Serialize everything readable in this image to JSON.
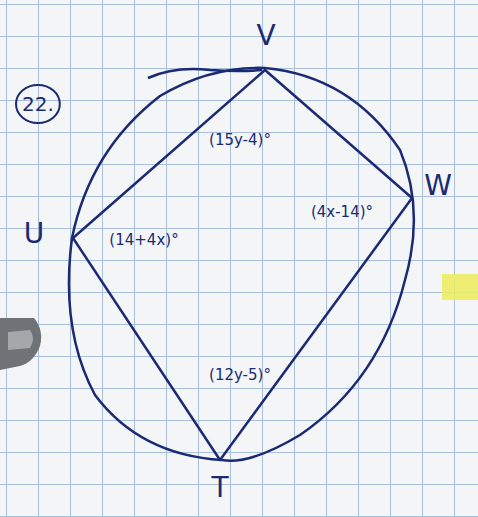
{
  "diagram": {
    "nodes": [
      {
        "text": [
          "22."
        ]
      }
    ],
    "labels": [
      "V",
      "W",
      "U",
      "T",
      "(15y-4)°",
      "(4x-14)°",
      "(14+4x)°",
      "(12y-5)°"
    ]
  }
}
